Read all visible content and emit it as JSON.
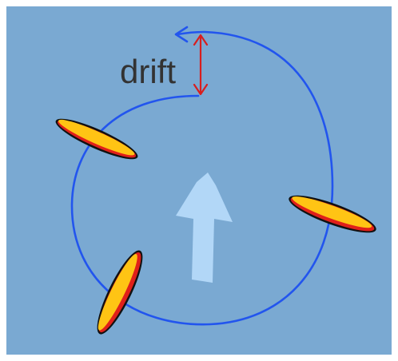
{
  "diagram": {
    "label": "drift",
    "colors": {
      "background": "#7aa9d2",
      "orbit_path": "#2255ee",
      "drift_marker": "#d81e1e",
      "blade_fill": "#ffc414",
      "blade_edge": "#e0201a",
      "blade_outline": "#111111",
      "direction_arrow": "#b8dcfb",
      "label_text": "#333333"
    },
    "icons": [
      "orbit-path",
      "drift-double-arrow",
      "blade",
      "direction-arrow"
    ]
  }
}
